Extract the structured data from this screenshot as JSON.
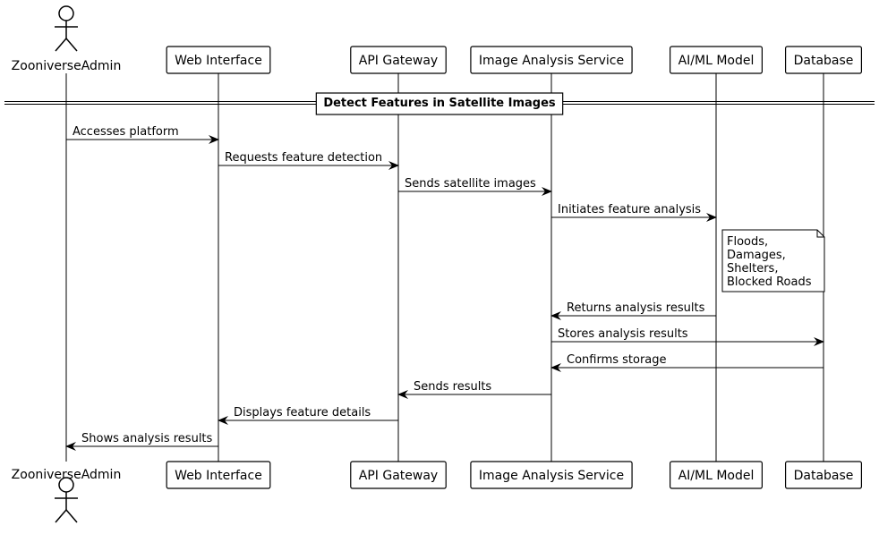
{
  "diagram_type": "sequence",
  "actor": {
    "name": "ZooniverseAdmin"
  },
  "participants": [
    {
      "id": "admin",
      "label": "ZooniverseAdmin",
      "kind": "actor"
    },
    {
      "id": "web",
      "label": "Web Interface",
      "kind": "box"
    },
    {
      "id": "api",
      "label": "API Gateway",
      "kind": "box"
    },
    {
      "id": "ias",
      "label": "Image Analysis Service",
      "kind": "box"
    },
    {
      "id": "aiml",
      "label": "AI/ML Model",
      "kind": "box"
    },
    {
      "id": "db",
      "label": "Database",
      "kind": "box"
    }
  ],
  "divider": {
    "title": "Detect Features in Satellite Images"
  },
  "messages": [
    {
      "from": "admin",
      "to": "web",
      "text": "Accesses platform"
    },
    {
      "from": "web",
      "to": "api",
      "text": "Requests feature detection"
    },
    {
      "from": "api",
      "to": "ias",
      "text": "Sends satellite images"
    },
    {
      "from": "ias",
      "to": "aiml",
      "text": "Initiates feature analysis"
    },
    {
      "note": true,
      "over": "aiml",
      "lines": [
        "Floods,",
        "Damages,",
        "Shelters,",
        "Blocked Roads"
      ]
    },
    {
      "from": "aiml",
      "to": "ias",
      "text": "Returns analysis results"
    },
    {
      "from": "ias",
      "to": "db",
      "text": "Stores analysis results"
    },
    {
      "from": "db",
      "to": "ias",
      "text": "Confirms storage"
    },
    {
      "from": "ias",
      "to": "api",
      "text": "Sends results"
    },
    {
      "from": "api",
      "to": "web",
      "text": "Displays feature details"
    },
    {
      "from": "web",
      "to": "admin",
      "text": "Shows analysis results"
    }
  ]
}
